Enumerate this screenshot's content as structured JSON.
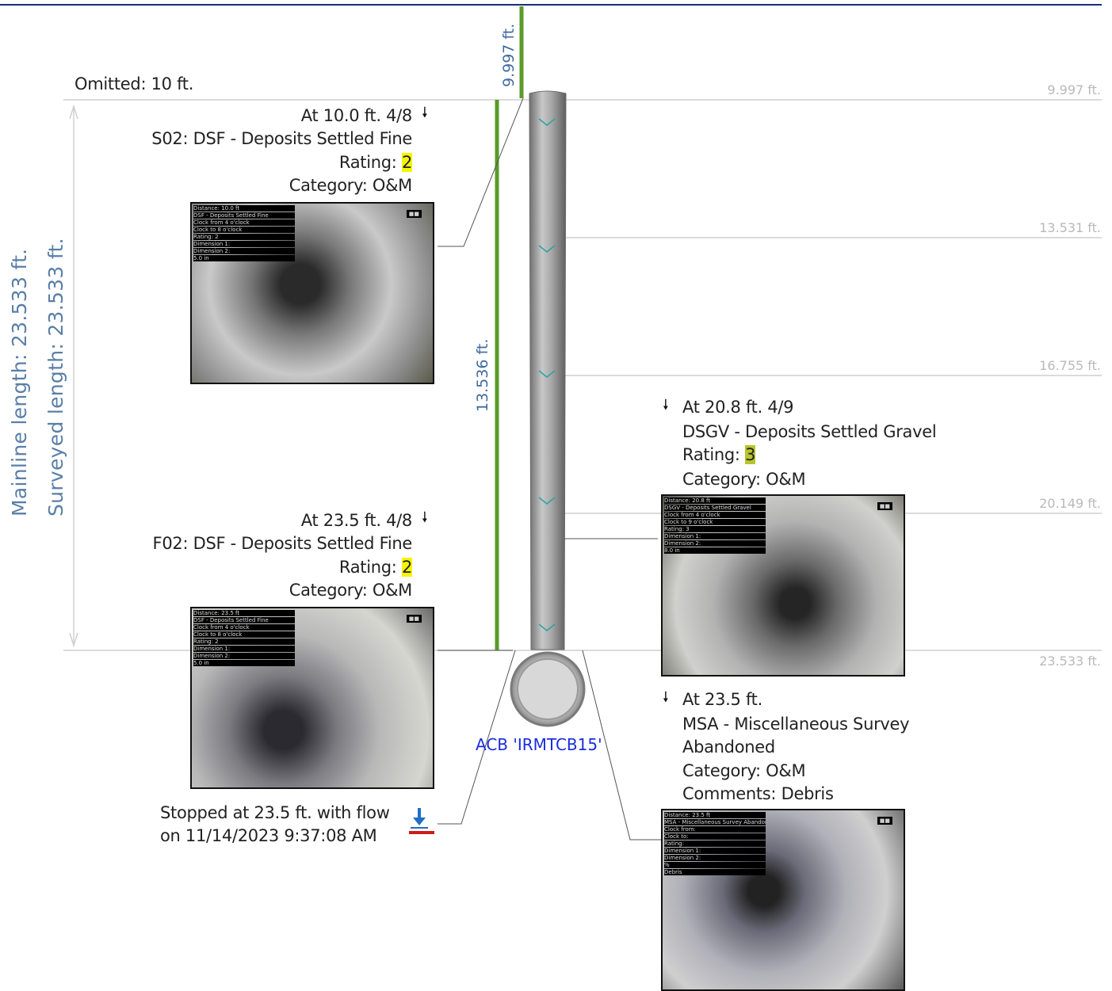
{
  "omitted": "Omitted:  10  ft.",
  "mainline_length": "Mainline  length:  23.533 ft.",
  "surveyed_length": "Surveyed length:  23.533 ft.",
  "dim_top": "9.997 ft.",
  "dim_pipe": "13.536 ft.",
  "ticks": [
    "9.997 ft.",
    "13.531 ft.",
    "16.755 ft.",
    "20.149 ft.",
    "23.533 ft."
  ],
  "manhole_label": "ACB 'IRMTCB15'",
  "observations": [
    {
      "at": "At 10.0 ft. 4/8",
      "code": "S02: DSF - Deposits Settled Fine",
      "rating_label": "Rating: ",
      "rating": "2",
      "category": "Category: O&M",
      "photo_lines": [
        "Distance: 10.0 ft",
        "DSF - Deposits Settled Fine",
        "Clock from 4 o'clock",
        "Clock to 8 o'clock",
        "Rating: 2",
        "Dimension 1:",
        "Dimension 2:",
        "5.0 in"
      ]
    },
    {
      "at": "At 23.5 ft. 4/8",
      "code": "F02: DSF - Deposits Settled Fine",
      "rating_label": "Rating: ",
      "rating": "2",
      "category": "Category: O&M",
      "photo_lines": [
        "Distance: 23.5 ft",
        "DSF - Deposits Settled Fine",
        "Clock from 4 o'clock",
        "Clock to 8 o'clock",
        "Rating: 2",
        "Dimension 1:",
        "Dimension 2:",
        "5.0 in"
      ]
    },
    {
      "at": "At 20.8 ft. 4/9",
      "code": "DSGV - Deposits Settled Gravel",
      "rating_label": "Rating: ",
      "rating": "3",
      "category": "Category: O&M",
      "photo_lines": [
        "Distance: 20.8 ft",
        "DSGV - Deposits Settled Gravel",
        "Clock from 4 o'clock",
        "Clock to 9 o'clock",
        "Rating: 3",
        "Dimension 1:",
        "Dimension 2:",
        "8.0 in"
      ]
    },
    {
      "at": "At 23.5 ft.",
      "code": "MSA - Miscellaneous Survey",
      "code2": "Abandoned",
      "category": "Category: O&M",
      "comments": "Comments: Debris",
      "photo_lines": [
        "Distance: 23.5 ft",
        "MSA - Miscellaneous Survey Abandoned",
        "Clock from:",
        "Clock to:",
        "Rating:",
        "Dimension 1:",
        "Dimension 2:",
        "%",
        "Debris"
      ]
    }
  ],
  "stopped_line1": "Stopped at 23.5 ft. with flow",
  "stopped_line2": "on 11/14/2023 9:37:08 AM",
  "colors": {
    "pipe": "#9a9a9a",
    "green": "#5a9a2a",
    "blue_text": "#5a7fa8",
    "manhole_label": "#1a2ce0",
    "highlight": "#f5f500"
  }
}
